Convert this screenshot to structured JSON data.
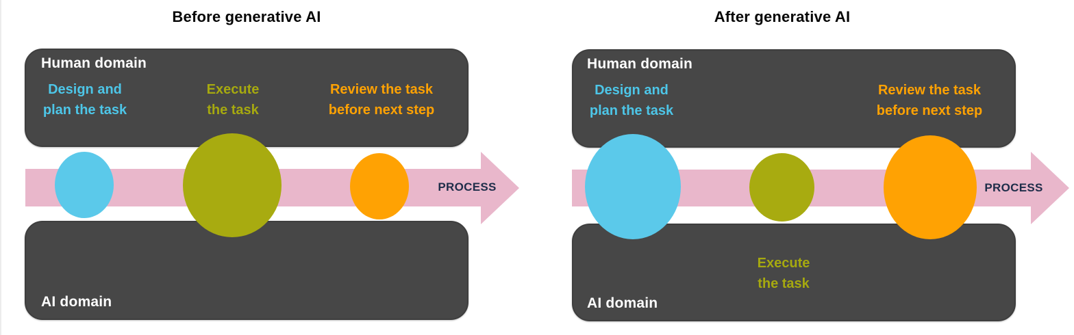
{
  "diagram_type": "before-after process comparison",
  "colors": {
    "domain_box": "#474747",
    "domain_label_text": "#FFFFFF",
    "step_blue": "#4DC6E8",
    "step_olive": "#A6A90F",
    "step_orange": "#FFA203",
    "circle_blue": "#5BC9EA",
    "circle_olive": "#A8AB10",
    "circle_orange": "#FFA203",
    "arrow_pink": "#E9B7CB",
    "process_text": "#1E2D49",
    "title_text": "#060606"
  },
  "panels": [
    {
      "id": "before",
      "title": "Before generative AI",
      "human_domain": {
        "label": "Human domain"
      },
      "ai_domain": {
        "label": "AI domain"
      },
      "process_label": "PROCESS",
      "steps": [
        {
          "name": "design",
          "label": "Design and\nplan the task",
          "color": "blue",
          "label_domain": "human",
          "circle_size": "small"
        },
        {
          "name": "execute",
          "label": "Execute\nthe task",
          "color": "olive",
          "label_domain": "human",
          "circle_size": "large"
        },
        {
          "name": "review",
          "label": "Review the task\nbefore next step",
          "color": "orange",
          "label_domain": "human",
          "circle_size": "small"
        }
      ]
    },
    {
      "id": "after",
      "title": "After generative AI",
      "human_domain": {
        "label": "Human domain"
      },
      "ai_domain": {
        "label": "AI domain"
      },
      "process_label": "PROCESS",
      "steps": [
        {
          "name": "design",
          "label": "Design and\nplan the task",
          "color": "blue",
          "label_domain": "human",
          "circle_size": "large"
        },
        {
          "name": "execute",
          "label": "Execute\nthe task",
          "color": "olive",
          "label_domain": "ai",
          "circle_size": "small"
        },
        {
          "name": "review",
          "label": "Review the task\nbefore next step",
          "color": "orange",
          "label_domain": "human",
          "circle_size": "large"
        }
      ]
    }
  ]
}
